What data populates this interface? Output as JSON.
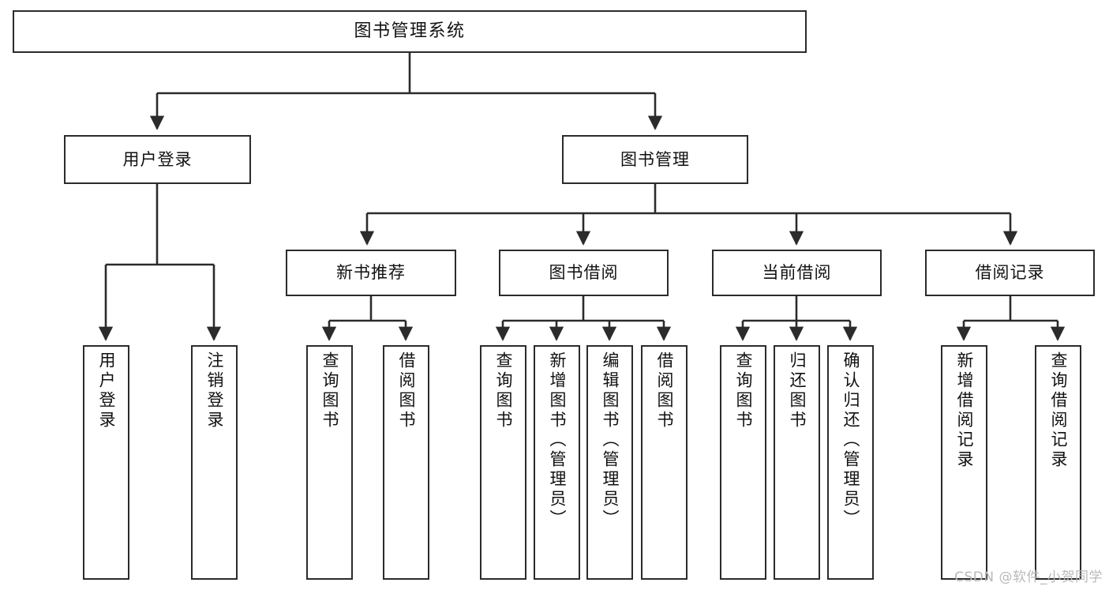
{
  "diagram": {
    "title": "图书管理系统",
    "type": "tree-hierarchy",
    "watermark": "CSDN @软件_小贺同学",
    "colors": {
      "stroke": "#2b2b2b",
      "fill": "#ffffff",
      "text": "#111111",
      "watermark": "#b9b9b9"
    }
  },
  "nodes": {
    "root": {
      "label": "图书管理系统",
      "level": 1,
      "orientation": "horizontal"
    },
    "l2": [
      {
        "id": "user-login",
        "label": "用户登录",
        "level": 2,
        "orientation": "horizontal"
      },
      {
        "id": "book-manage",
        "label": "图书管理",
        "level": 2,
        "orientation": "horizontal"
      }
    ],
    "l3": [
      {
        "id": "new-book-rec",
        "label": "新书推荐",
        "level": 3,
        "orientation": "horizontal",
        "parent": "book-manage"
      },
      {
        "id": "book-borrow",
        "label": "图书借阅",
        "level": 3,
        "orientation": "horizontal",
        "parent": "book-manage"
      },
      {
        "id": "current-borrow",
        "label": "当前借阅",
        "level": 3,
        "orientation": "horizontal",
        "parent": "book-manage"
      },
      {
        "id": "borrow-record",
        "label": "借阅记录",
        "level": 3,
        "orientation": "horizontal",
        "parent": "book-manage"
      }
    ],
    "leaves": [
      {
        "id": "leaf-user-login",
        "label": "用户登录",
        "parent": "user-login",
        "orientation": "vertical"
      },
      {
        "id": "leaf-user-logout",
        "label": "注销登录",
        "parent": "user-login",
        "orientation": "vertical"
      },
      {
        "id": "leaf-query-book-1",
        "label": "查询图书",
        "parent": "new-book-rec",
        "orientation": "vertical"
      },
      {
        "id": "leaf-borrow-book-1",
        "label": "借阅图书",
        "parent": "new-book-rec",
        "orientation": "vertical"
      },
      {
        "id": "leaf-query-book-2",
        "label": "查询图书",
        "parent": "book-borrow",
        "orientation": "vertical"
      },
      {
        "id": "leaf-add-book",
        "label": "新增图书（管理员）",
        "parent": "book-borrow",
        "orientation": "vertical"
      },
      {
        "id": "leaf-edit-book",
        "label": "编辑图书（管理员）",
        "parent": "book-borrow",
        "orientation": "vertical"
      },
      {
        "id": "leaf-borrow-book-2",
        "label": "借阅图书",
        "parent": "book-borrow",
        "orientation": "vertical"
      },
      {
        "id": "leaf-query-book-3",
        "label": "查询图书",
        "parent": "current-borrow",
        "orientation": "vertical"
      },
      {
        "id": "leaf-return-book",
        "label": "归还图书",
        "parent": "current-borrow",
        "orientation": "vertical"
      },
      {
        "id": "leaf-confirm-return",
        "label": "确认归还（管理员）",
        "parent": "current-borrow",
        "orientation": "vertical"
      },
      {
        "id": "leaf-add-record",
        "label": "新增借阅记录",
        "parent": "borrow-record",
        "orientation": "vertical"
      },
      {
        "id": "leaf-query-record",
        "label": "查询借阅记录",
        "parent": "borrow-record",
        "orientation": "vertical"
      }
    ]
  }
}
